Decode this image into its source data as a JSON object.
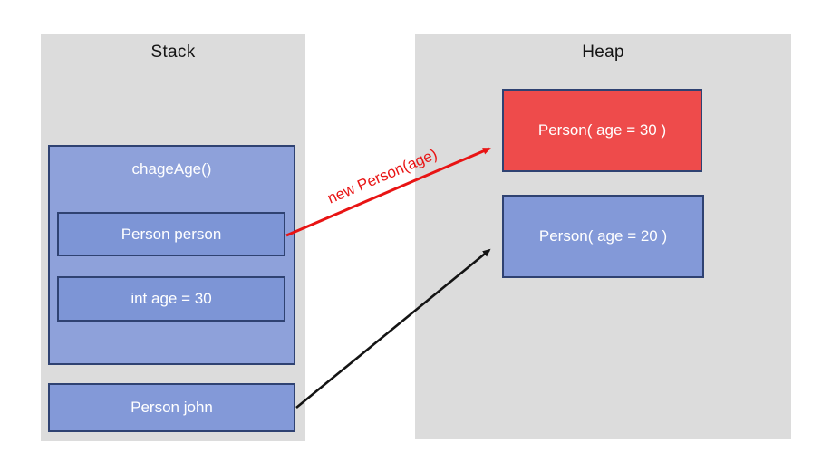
{
  "diagram": {
    "background": "#FFFFFF",
    "panel_color": "#DCDCDC",
    "border_color": "#2F4272"
  },
  "stack": {
    "title": "Stack",
    "frame": {
      "label": "chageAge()",
      "fill": "#8EA1DA",
      "vars": [
        {
          "label": "Person person",
          "fill": "#7D95D6"
        },
        {
          "label": "int age = 30",
          "fill": "#7D95D6"
        }
      ]
    },
    "vars": [
      {
        "label": "Person john",
        "fill": "#8399D8"
      }
    ]
  },
  "heap": {
    "title": "Heap",
    "objects": [
      {
        "label": "Person( age = 30 )",
        "fill": "#EE4B4B"
      },
      {
        "label": "Person( age = 20 )",
        "fill": "#8399D8"
      }
    ]
  },
  "arrows": {
    "new_person": {
      "label": "new Person(age)",
      "color": "#E81414",
      "from": "Person person",
      "to": "Person( age = 30 )"
    },
    "john_reference": {
      "color": "#141414",
      "from": "Person john",
      "to": "Person( age = 20 )"
    }
  }
}
